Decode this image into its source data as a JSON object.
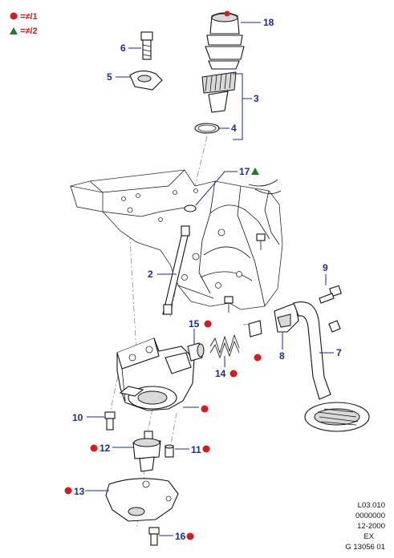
{
  "legend": [
    {
      "symbol": "red-dot",
      "text": "=≠/1"
    },
    {
      "symbol": "green-triangle",
      "text": "=≠/2"
    }
  ],
  "colors": {
    "callout": "#1a2d8c",
    "marker_red": "#d21e1e",
    "marker_green": "#1e7a2e"
  },
  "callouts": [
    {
      "id": "18",
      "marker": "none"
    },
    {
      "id": "6",
      "marker": "none"
    },
    {
      "id": "5",
      "marker": "none"
    },
    {
      "id": "3",
      "marker": "none"
    },
    {
      "id": "4",
      "marker": "none"
    },
    {
      "id": "17",
      "marker": "green-triangle"
    },
    {
      "id": "2",
      "marker": "none"
    },
    {
      "id": "9",
      "marker": "none"
    },
    {
      "id": "15",
      "marker": "red-dot"
    },
    {
      "id": "7",
      "marker": "none"
    },
    {
      "id": "8",
      "marker": "none"
    },
    {
      "id": "14",
      "marker": "red-dot"
    },
    {
      "id": "10",
      "marker": "none"
    },
    {
      "id": "12",
      "marker": "red-dot"
    },
    {
      "id": "11",
      "marker": "red-dot"
    },
    {
      "id": "13",
      "marker": "red-dot"
    },
    {
      "id": "16",
      "marker": "red-dot"
    }
  ],
  "reference": [
    "L03.010",
    "0000000",
    "12-2000",
    "EX",
    "G 13056 01"
  ]
}
